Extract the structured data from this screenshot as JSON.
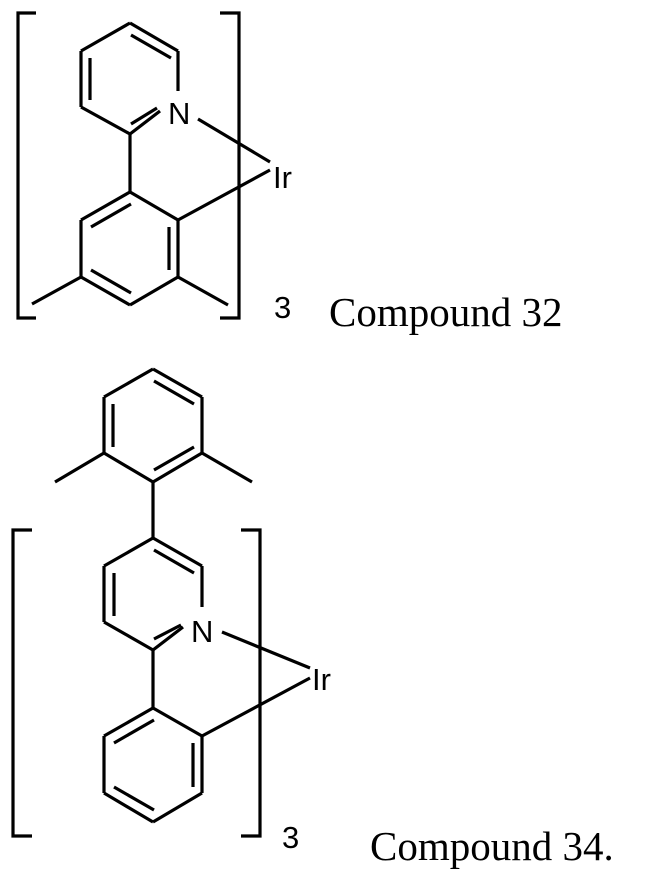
{
  "figure": {
    "compounds": [
      {
        "id": "compound-32",
        "label": "Compound 32",
        "metal": "Ir",
        "nitrogen": "N",
        "multiplicity": "3",
        "description": "tris-cyclometalated iridium complex of 2-(3,5-dimethylphenyl)pyridine"
      },
      {
        "id": "compound-34",
        "label": "Compound 34.",
        "metal": "Ir",
        "nitrogen": "N",
        "multiplicity": "3",
        "description": "tris-cyclometalated iridium complex of 5-(2,6-dimethylphenyl)-2-phenylpyridine"
      }
    ]
  }
}
